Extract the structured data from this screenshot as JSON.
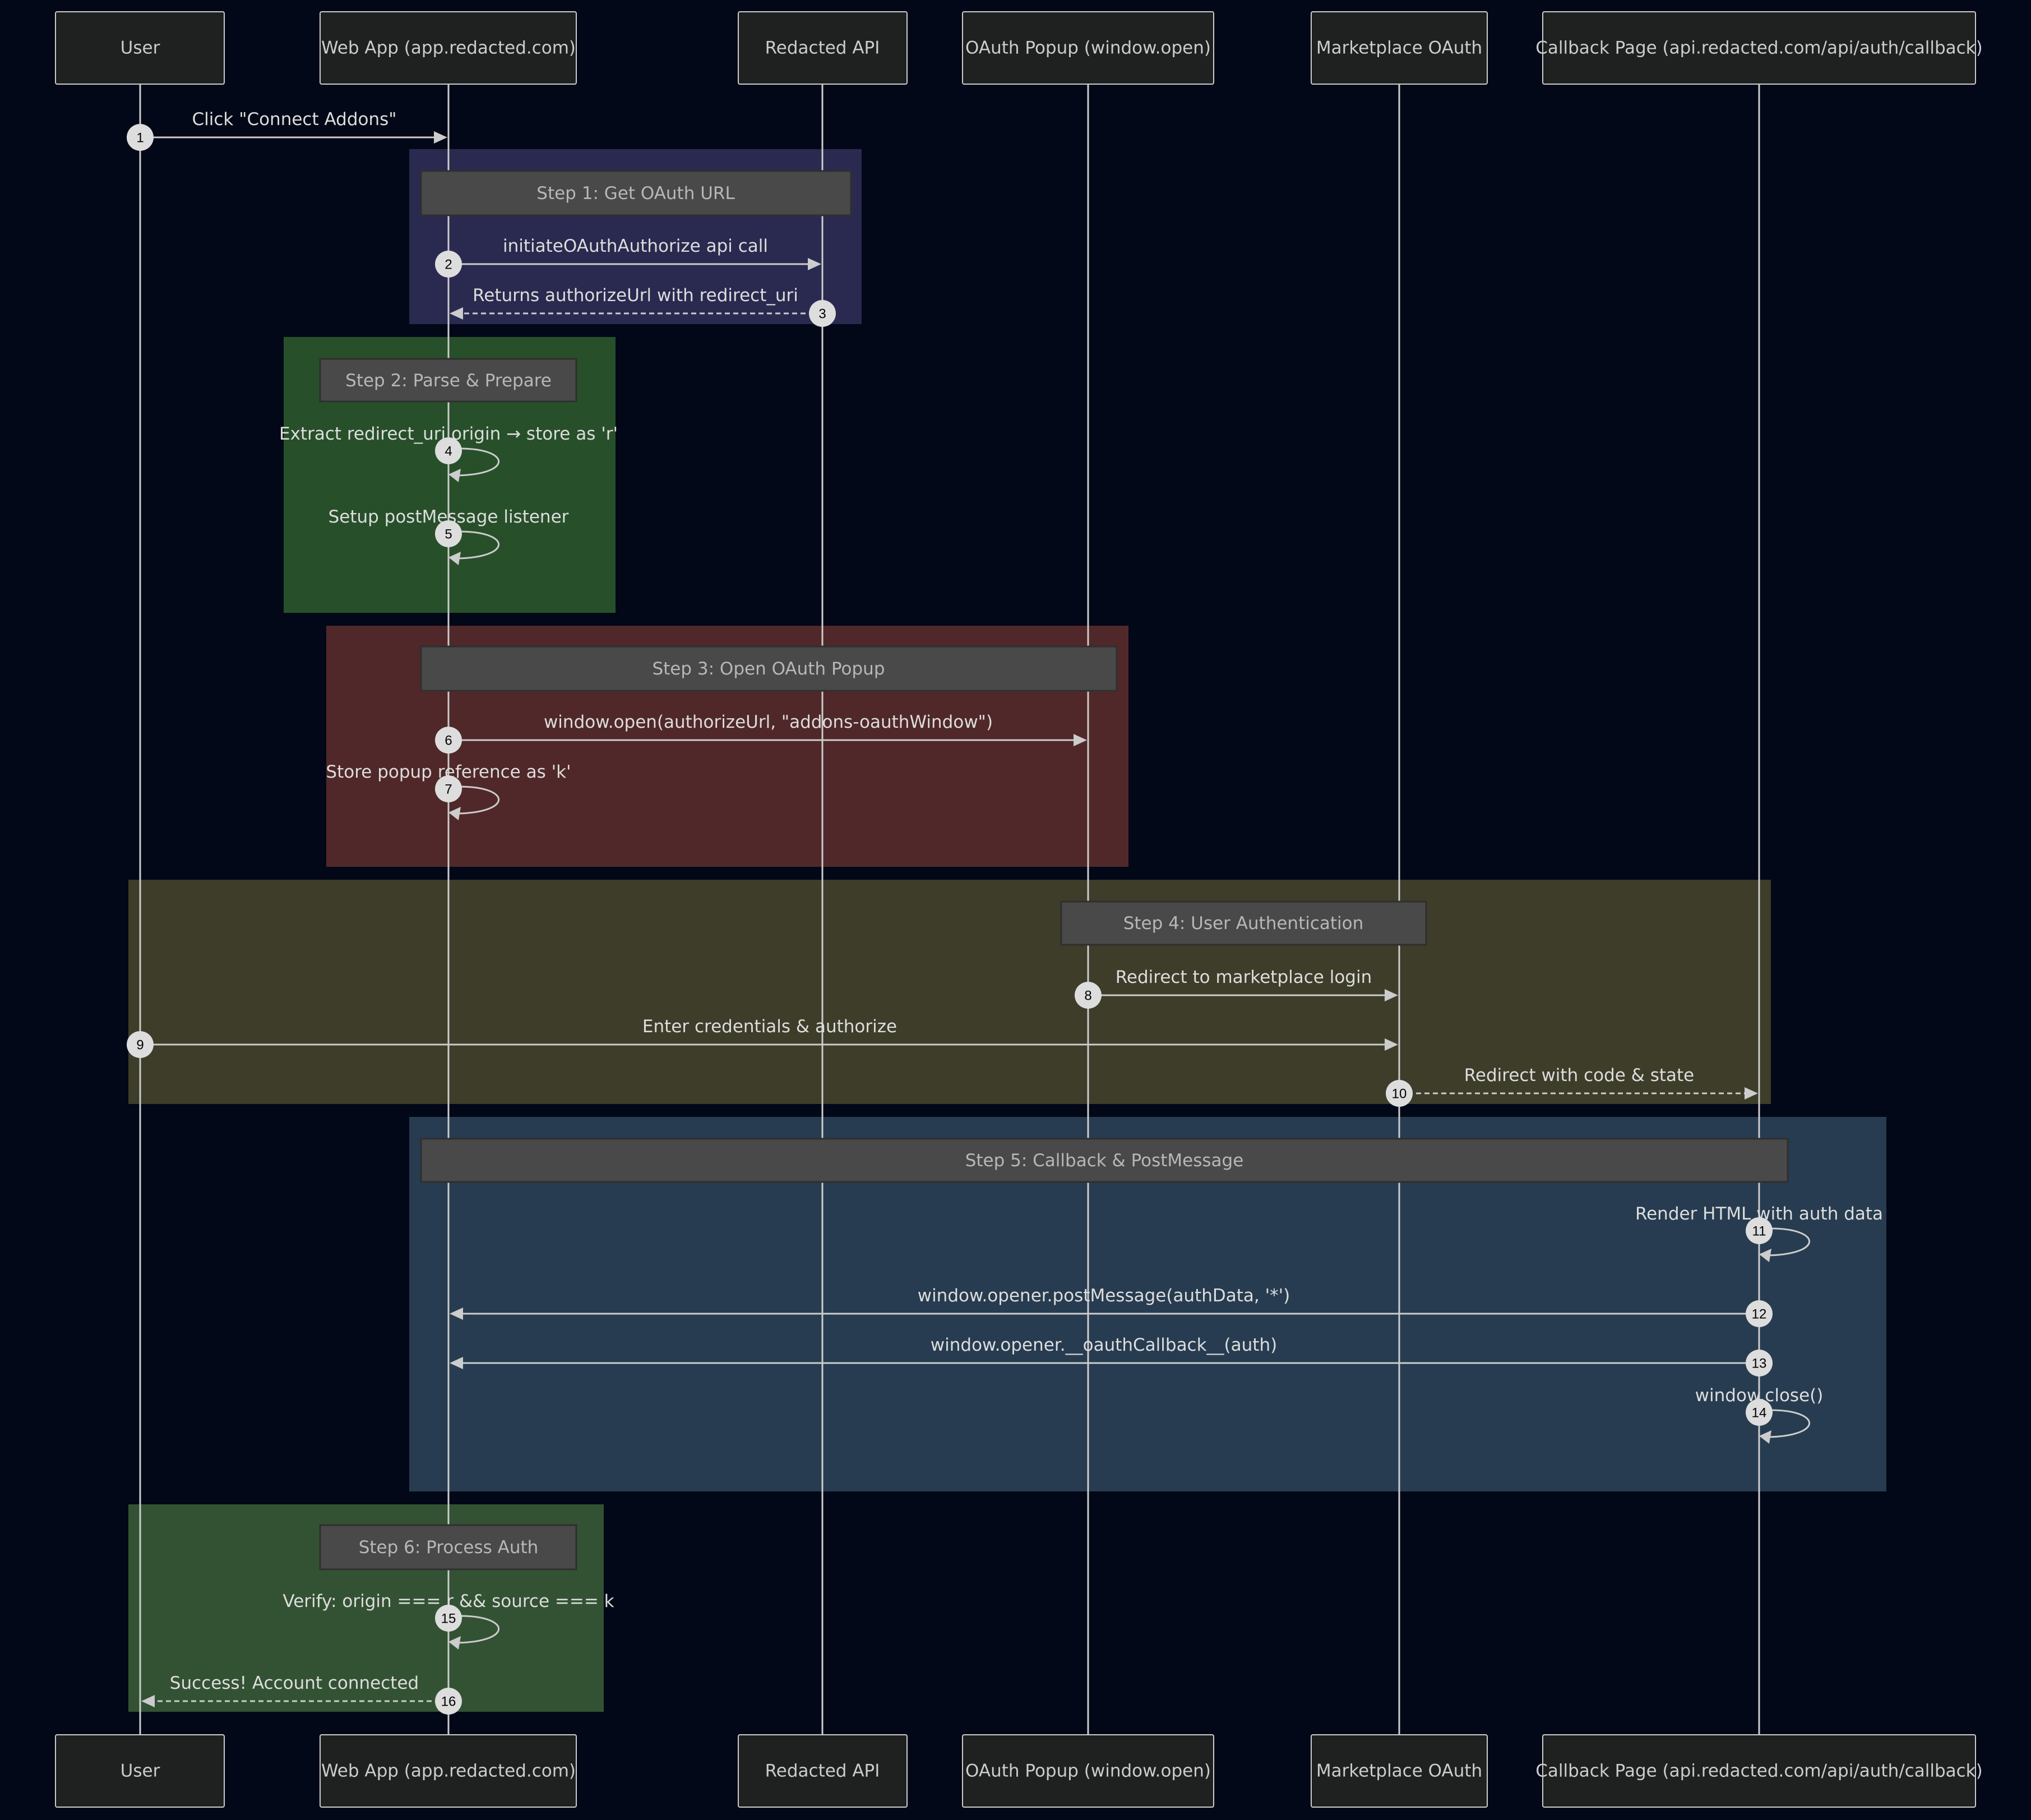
{
  "diagram": {
    "type": "sequence",
    "background": "#020817",
    "participants": [
      {
        "id": "user",
        "label": "User"
      },
      {
        "id": "webapp",
        "label": "Web App (app.redacted.com)"
      },
      {
        "id": "api",
        "label": "Redacted API"
      },
      {
        "id": "popup",
        "label": "OAuth Popup (window.open)"
      },
      {
        "id": "marketplace",
        "label": "Marketplace OAuth"
      },
      {
        "id": "callback",
        "label": "Callback Page (api.redacted.com/api/auth/callback)"
      }
    ],
    "groups": [
      {
        "id": "step1",
        "color": "#2a2a50",
        "note": "Step 1: Get OAuth URL"
      },
      {
        "id": "step2",
        "color": "#27502a",
        "note": "Step 2: Parse & Prepare"
      },
      {
        "id": "step3",
        "color": "#502829",
        "note": "Step 3: Open OAuth Popup"
      },
      {
        "id": "step4",
        "color": "#3d3d2a",
        "note": "Step 4: User Authentication"
      },
      {
        "id": "step5",
        "color": "#273c50",
        "note": "Step 5: Callback & PostMessage"
      },
      {
        "id": "step6",
        "color": "#335234",
        "note": "Step 6: Process Auth"
      }
    ],
    "messages": [
      {
        "n": "1",
        "from": "user",
        "to": "webapp",
        "label": "Click \"Connect Addons\"",
        "style": "solid"
      },
      {
        "n": "2",
        "from": "webapp",
        "to": "api",
        "label": "initiateOAuthAuthorize api call",
        "style": "solid"
      },
      {
        "n": "3",
        "from": "api",
        "to": "webapp",
        "label": "Returns authorizeUrl with redirect_uri",
        "style": "dashed"
      },
      {
        "n": "4",
        "from": "webapp",
        "to": "webapp",
        "label": "Extract redirect_uri origin → store as 'r'",
        "style": "solid"
      },
      {
        "n": "5",
        "from": "webapp",
        "to": "webapp",
        "label": "Setup postMessage listener",
        "style": "solid"
      },
      {
        "n": "6",
        "from": "webapp",
        "to": "popup",
        "label": "window.open(authorizeUrl, \"addons-oauthWindow\")",
        "style": "solid"
      },
      {
        "n": "7",
        "from": "webapp",
        "to": "webapp",
        "label": "Store popup reference as 'k'",
        "style": "solid"
      },
      {
        "n": "8",
        "from": "popup",
        "to": "marketplace",
        "label": "Redirect to marketplace login",
        "style": "solid"
      },
      {
        "n": "9",
        "from": "user",
        "to": "marketplace",
        "label": "Enter credentials & authorize",
        "style": "solid"
      },
      {
        "n": "10",
        "from": "marketplace",
        "to": "callback",
        "label": "Redirect with code & state",
        "style": "dashed"
      },
      {
        "n": "11",
        "from": "callback",
        "to": "callback",
        "label": "Render HTML with auth data",
        "style": "solid"
      },
      {
        "n": "12",
        "from": "callback",
        "to": "webapp",
        "label": "window.opener.postMessage(authData, '*')",
        "style": "solid"
      },
      {
        "n": "13",
        "from": "callback",
        "to": "webapp",
        "label": "window.opener.__oauthCallback__(auth)",
        "style": "solid"
      },
      {
        "n": "14",
        "from": "callback",
        "to": "callback",
        "label": "window.close()",
        "style": "solid"
      },
      {
        "n": "15",
        "from": "webapp",
        "to": "webapp",
        "label": "Verify: origin === r && source === k",
        "style": "solid"
      },
      {
        "n": "16",
        "from": "webapp",
        "to": "user",
        "label": "Success! Account connected",
        "style": "dashed"
      }
    ]
  }
}
